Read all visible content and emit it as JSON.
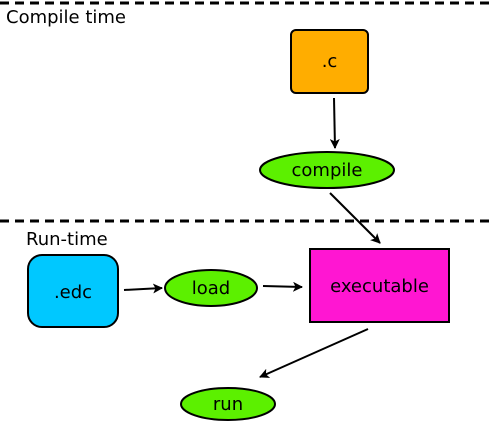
{
  "sections": {
    "compile_label": "Compile time",
    "runtime_label": "Run-time"
  },
  "nodes": {
    "c_source": {
      "label": ".c",
      "color": "#ffad00"
    },
    "compile": {
      "label": "compile",
      "color": "#5cf000"
    },
    "edc": {
      "label": ".edc",
      "color": "#00c8ff"
    },
    "load": {
      "label": "load",
      "color": "#5cf000"
    },
    "executable": {
      "label": "executable",
      "color": "#ff16d2"
    },
    "run": {
      "label": "run",
      "color": "#5cf000"
    }
  }
}
